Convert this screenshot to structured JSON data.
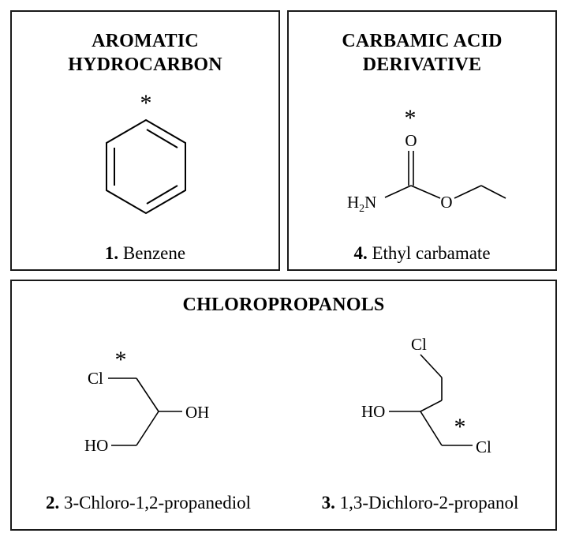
{
  "panels": {
    "aromatic": {
      "title_line1": "AROMATIC",
      "title_line2": "HYDROCARBON",
      "compound_number": "1.",
      "compound_name": "Benzene",
      "marker": "*"
    },
    "carbamic": {
      "title_line1": "CARBAMIC ACID",
      "title_line2": "DERIVATIVE",
      "compound_number": "4.",
      "compound_name": "Ethyl carbamate",
      "marker": "*",
      "atoms": {
        "oxygen_double": "O",
        "oxygen_ester": "O",
        "amine_h": "H",
        "amine_sub": "2",
        "amine_n": "N"
      }
    },
    "chloro": {
      "title": "CHLOROPROPANOLS",
      "compound_a": {
        "number": "2.",
        "name": "3-Chloro-1,2-propanediol",
        "marker": "*",
        "atoms": {
          "cl": "Cl",
          "oh": "OH",
          "ho": "HO"
        }
      },
      "compound_b": {
        "number": "3.",
        "name": "1,3-Dichloro-2-propanol",
        "marker": "*",
        "atoms": {
          "cl_top": "Cl",
          "ho": "HO",
          "cl_bottom": "Cl"
        }
      }
    }
  }
}
